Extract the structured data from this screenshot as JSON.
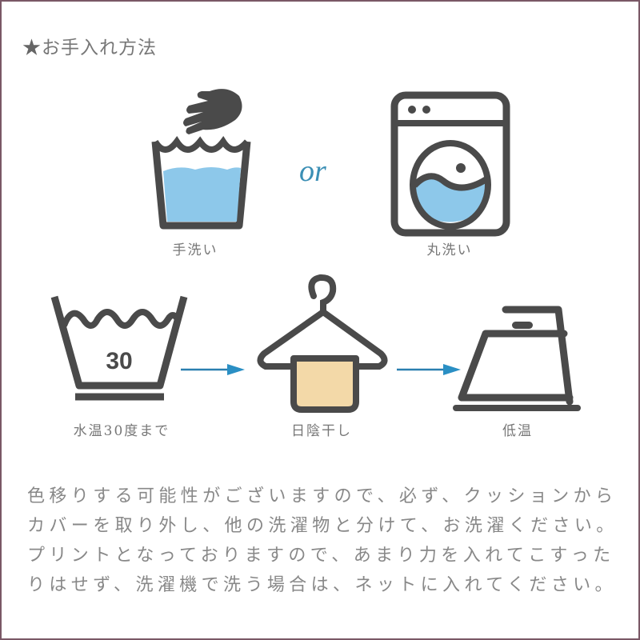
{
  "title": {
    "star": "★",
    "text": "お手入れ方法"
  },
  "colors": {
    "border": "#7a5866",
    "icon_stroke": "#4a4a4a",
    "water_blue": "#8dc8ea",
    "towel_beige": "#f3d9a8",
    "arrow_blue": "#2a8fc4",
    "text_gray": "#888888"
  },
  "washing_options": [
    {
      "icon": "hand-wash-icon",
      "label": "手洗い"
    },
    {
      "icon": "washing-machine-icon",
      "label": "丸洗い"
    }
  ],
  "separator": "or",
  "care_steps": [
    {
      "icon": "wash-tub-30-icon",
      "temp": "30",
      "label": "水温30度まで"
    },
    {
      "icon": "hanger-shade-dry-icon",
      "label": "日陰干し"
    },
    {
      "icon": "iron-low-icon",
      "label": "低温"
    }
  ],
  "arrows": [
    "arrow-right-icon",
    "arrow-right-icon"
  ],
  "notice": {
    "lines": [
      "色移りする可能性がございますので、必ず、クッションから",
      "カバーを取り外し、他の洗濯物と分けて、お洗濯ください。",
      "プリントとなっておりますので、あまり力を入れてこすった",
      "りはせず、洗濯機で洗う場合は、ネットに入れてください。"
    ]
  }
}
